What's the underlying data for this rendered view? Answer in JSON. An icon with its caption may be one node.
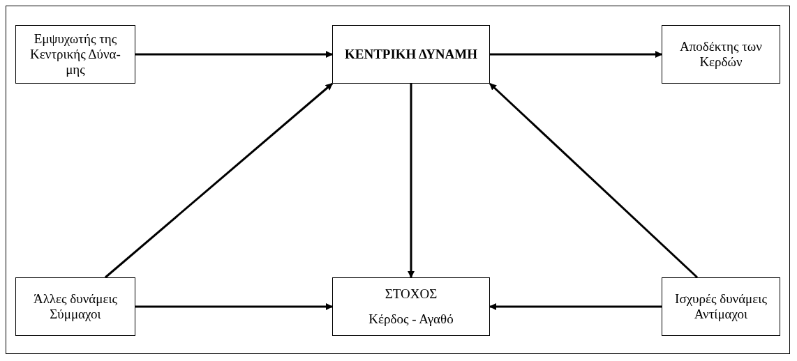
{
  "diagram": {
    "nodes": [
      {
        "text": [
          "Εμψυχωτής της Κεντρικής Δύνα- μης"
        ]
      },
      {
        "text": [
          "ΚΕΝΤΡΙΚΗ ΔΥΝΑΜΗ"
        ]
      },
      {
        "text": [
          "Αποδέκτης των Κερδών"
        ]
      },
      {
        "text": [
          "Άλλες δυνάμεις Σύμμαχοι"
        ]
      },
      {
        "text": [
          "ΣΤΟΧΟΣ",
          "Κέρδος - Αγαθό"
        ]
      },
      {
        "text": [
          "Ισχυρές δυνάμεις Αντίμαχοι"
        ]
      }
    ],
    "edges": [
      {
        "from": 0,
        "to": 1,
        "arrow": "to"
      },
      {
        "from": 1,
        "to": 2,
        "arrow": "to"
      },
      {
        "from": 1,
        "to": 4,
        "arrow": "to"
      },
      {
        "from": 3,
        "to": 1,
        "arrow": "to"
      },
      {
        "from": 5,
        "to": 1,
        "arrow": "to"
      },
      {
        "from": 3,
        "to": 4,
        "arrow": "to"
      },
      {
        "from": 5,
        "to": 4,
        "arrow": "to"
      }
    ]
  }
}
